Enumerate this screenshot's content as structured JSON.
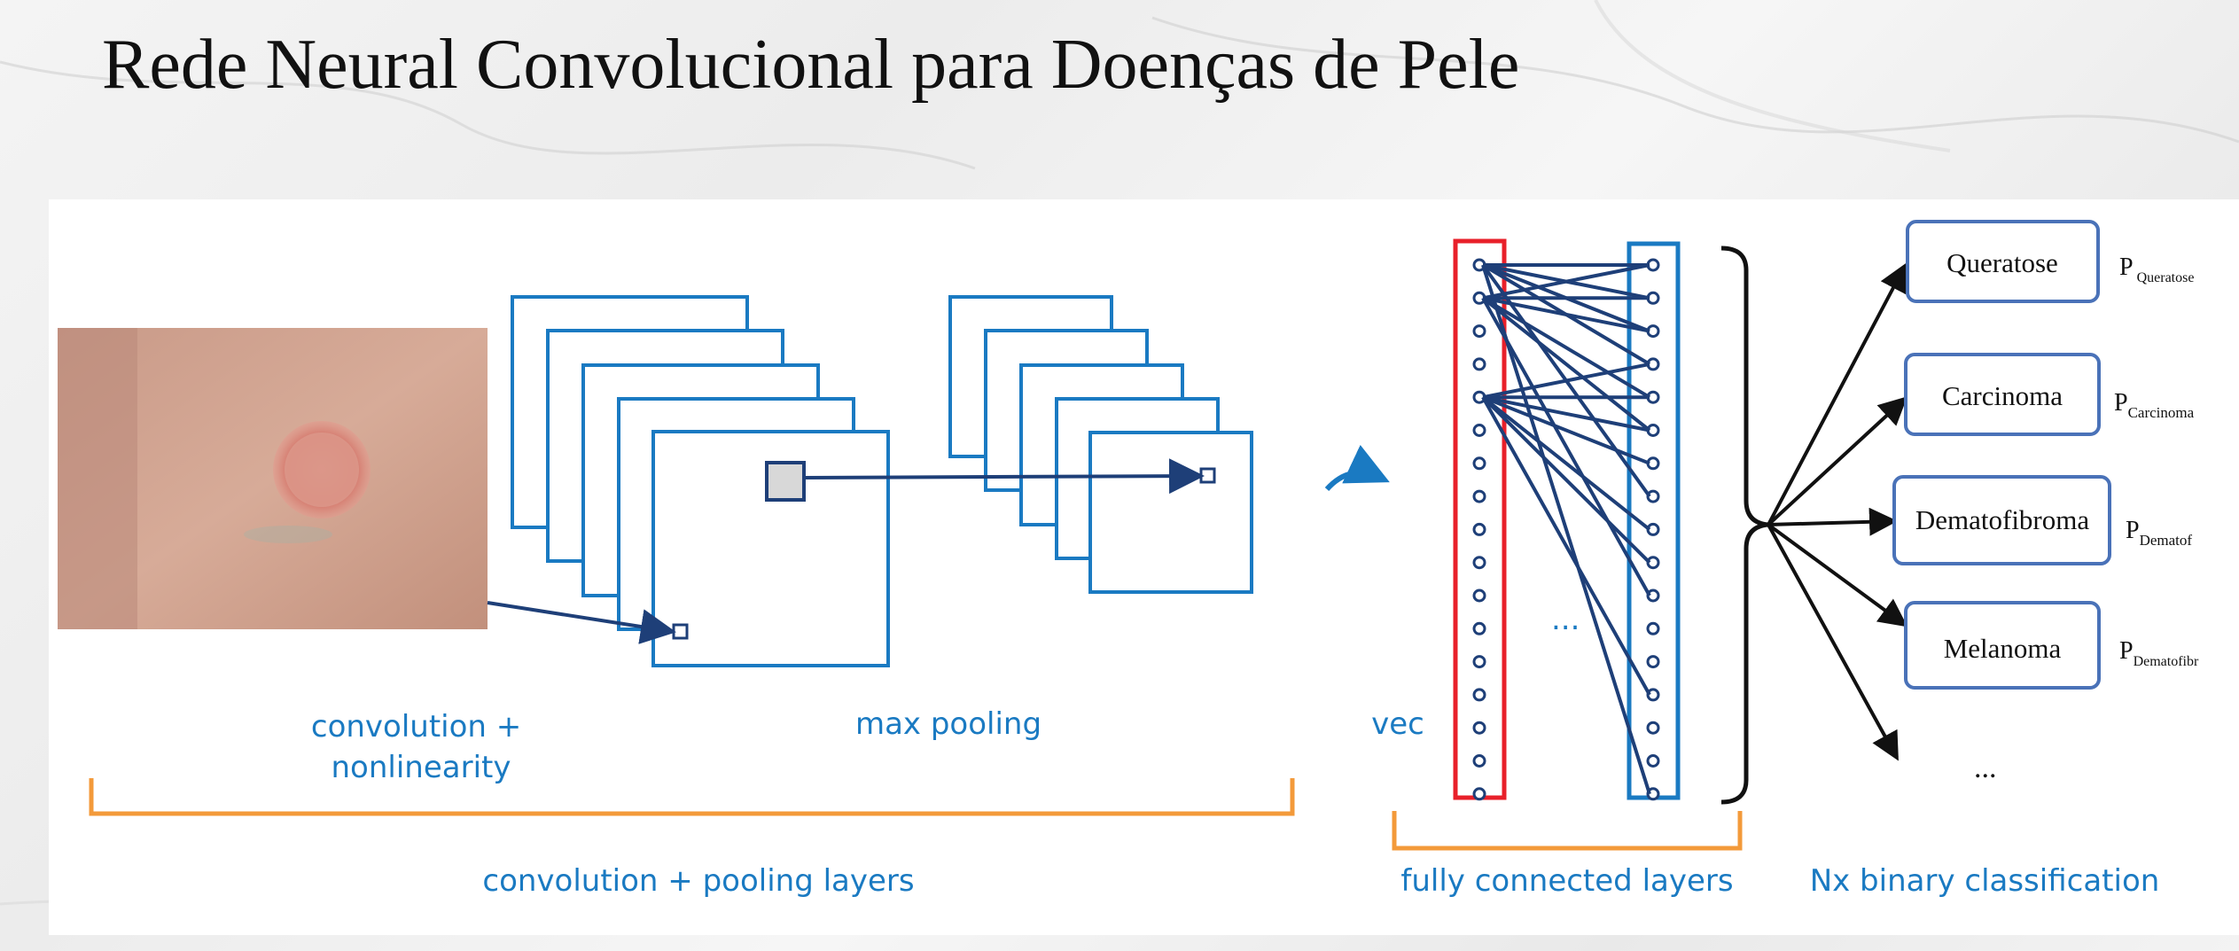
{
  "slide": {
    "title": "Rede Neural Convolucional para Doenças de Pele"
  },
  "diagram": {
    "labels": {
      "convolution_nonlinearity": [
        "convolution +",
        "nonlinearity"
      ],
      "max_pooling": "max pooling",
      "vec": "vec",
      "ellipsis_hidden": "...",
      "convolution_pooling_layers": "convolution + pooling layers",
      "fully_connected_layers": "fully connected layers",
      "nx_binary_classification": "Nx binary classification"
    },
    "classes": [
      {
        "name": "Queratose",
        "prob_base": "P",
        "prob_sub": "Queratose"
      },
      {
        "name": "Carcinoma",
        "prob_base": "P",
        "prob_sub": "Carcinoma"
      },
      {
        "name": "Dematofibroma",
        "prob_base": "P",
        "prob_sub": "Dematof"
      },
      {
        "name": "Melanoma",
        "prob_base": "P",
        "prob_sub": "Dematofibr"
      }
    ],
    "more_classes": "...",
    "colors": {
      "blue": "#1a7ac2",
      "dark_blue": "#1e3f78",
      "red": "#e8202a",
      "orange": "#f39a3a",
      "box_border": "#4a72b8"
    },
    "icons": {
      "curved_arrow": "curved-arrow-icon"
    }
  }
}
